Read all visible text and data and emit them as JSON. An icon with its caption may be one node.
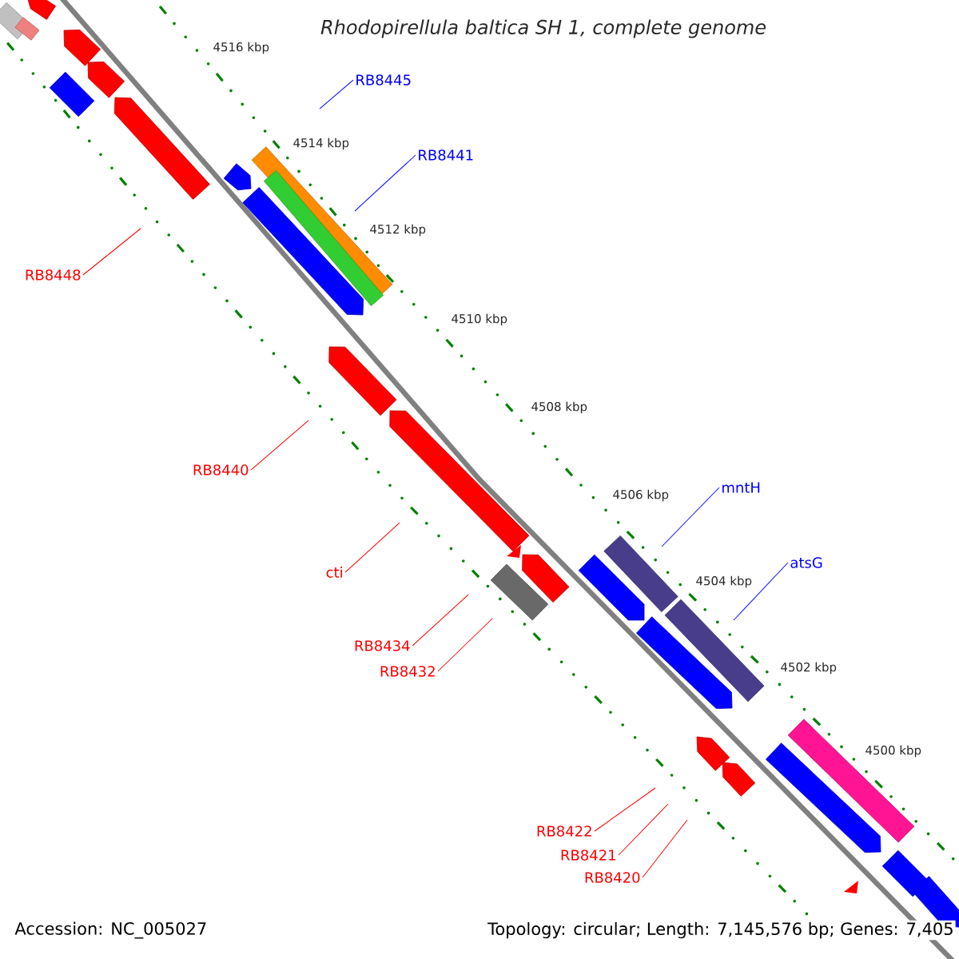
{
  "diagram": {
    "title": "Rhodopirellula baltica SH 1, complete genome",
    "nodes": [
      {
        "text": [
          "RB8445"
        ]
      },
      {
        "text": [
          "RB8441"
        ]
      },
      {
        "text": [
          "RB8448"
        ]
      },
      {
        "text": [
          "RB8440"
        ]
      },
      {
        "text": [
          "mntH"
        ]
      },
      {
        "text": [
          "atsG"
        ]
      },
      {
        "text": [
          "cti"
        ]
      },
      {
        "text": [
          "RB8434"
        ]
      },
      {
        "text": [
          "RB8432"
        ]
      },
      {
        "text": [
          "RB8422"
        ]
      },
      {
        "text": [
          "RB8421"
        ]
      },
      {
        "text": [
          "RB8420"
        ]
      }
    ],
    "edges": [
      {
        "from": 0,
        "to": null,
        "arrow": "none",
        "color": "#0000ff"
      },
      {
        "from": 1,
        "to": null,
        "arrow": "none",
        "color": "#0000ff"
      },
      {
        "from": 2,
        "to": null,
        "arrow": "none"
      },
      {
        "from": 3,
        "to": null,
        "arrow": "none"
      },
      {
        "from": 4,
        "to": null,
        "arrow": "none",
        "color": "#0000ff"
      },
      {
        "from": 5,
        "to": null,
        "arrow": "none",
        "color": "#0000ff"
      },
      {
        "from": 6,
        "to": null,
        "arrow": "none"
      },
      {
        "from": 7,
        "to": null,
        "arrow": "none"
      },
      {
        "from": 8,
        "to": null,
        "arrow": "none"
      },
      {
        "from": 9,
        "to": null,
        "arrow": "none"
      },
      {
        "from": 10,
        "to": null,
        "arrow": "none"
      },
      {
        "from": 11,
        "to": null,
        "arrow": "none"
      }
    ],
    "labels": [
      "4516 kbp",
      "4514 kbp",
      "4512 kbp",
      "4510 kbp",
      "4508 kbp",
      "4506 kbp",
      "4504 kbp",
      "4502 kbp",
      "4500 kbp",
      "Accession: NC_005027",
      "Topology: circular; Length: 7,145,576 bp; Genes: 7,405"
    ]
  }
}
